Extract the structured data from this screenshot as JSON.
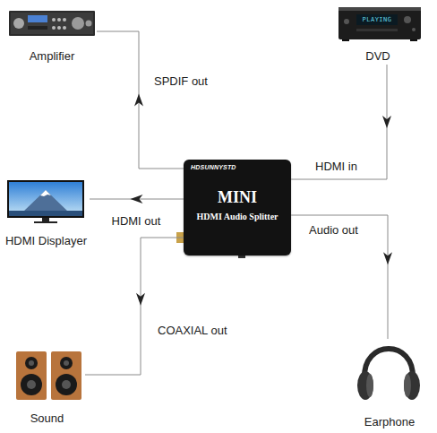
{
  "diagram": {
    "nodes": [
      {
        "text": [
          "Amplifier"
        ]
      },
      {
        "text": [
          "DVD"
        ]
      },
      {
        "text": [
          "HDSUNNYSTD",
          "MINI",
          "HDMI Audio Splitter"
        ]
      },
      {
        "text": [
          "HDMI Displayer"
        ]
      },
      {
        "text": [
          "Sound"
        ]
      },
      {
        "text": [
          "Earphone"
        ]
      }
    ],
    "edges": [
      {
        "from": 2,
        "to": 0,
        "label": "SPDIF out",
        "arrow": "to"
      },
      {
        "from": 1,
        "to": 2,
        "label": "HDMI in",
        "arrow": "to"
      },
      {
        "from": 2,
        "to": 3,
        "label": "HDMI out",
        "arrow": "to"
      },
      {
        "from": 2,
        "to": 5,
        "label": "Audio out",
        "arrow": "to"
      },
      {
        "from": 2,
        "to": 4,
        "label": "COAXIAL out",
        "arrow": "to"
      }
    ],
    "labels": [
      "PLAYING"
    ]
  }
}
